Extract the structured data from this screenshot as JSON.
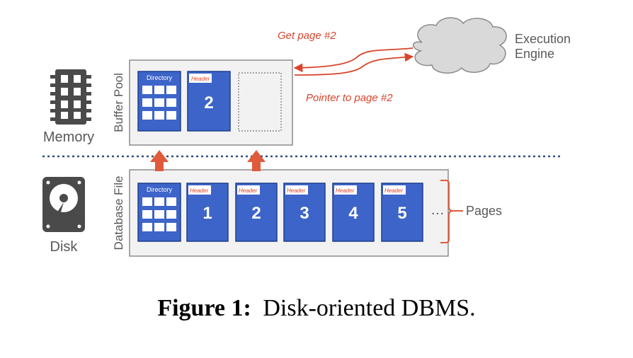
{
  "colors": {
    "page_blue": "#3d64c8",
    "page_border": "#1f3f8f",
    "arrow_red": "#e05a3c",
    "box_fill": "#f2f2f2",
    "box_border": "#8c8c8c",
    "dark_icon": "#4a4a4a",
    "label_gray": "#595959",
    "red_text": "#d9442b"
  },
  "icons": {
    "memory": "memory-chip-icon",
    "disk": "hard-disk-icon",
    "engine": "cloud-icon"
  },
  "memory": {
    "label": "Memory"
  },
  "disk": {
    "label": "Disk"
  },
  "buffer_pool": {
    "label": "Buffer Pool",
    "directory_label": "Directory",
    "page": {
      "header": "Header",
      "number": "2"
    }
  },
  "database_file": {
    "label": "Database File",
    "directory_label": "Directory",
    "pages": [
      {
        "header": "Header",
        "number": "1"
      },
      {
        "header": "Header",
        "number": "2"
      },
      {
        "header": "Header",
        "number": "3"
      },
      {
        "header": "Header",
        "number": "4"
      },
      {
        "header": "Header",
        "number": "5"
      }
    ],
    "ellipsis": "…",
    "pages_label": "Pages"
  },
  "execution_engine": {
    "line1": "Execution",
    "line2": "Engine"
  },
  "requests": {
    "get_page": "Get page #2",
    "pointer": "Pointer to page #2"
  },
  "caption": {
    "prefix": "Figure 1:",
    "text": "Disk-oriented DBMS."
  }
}
